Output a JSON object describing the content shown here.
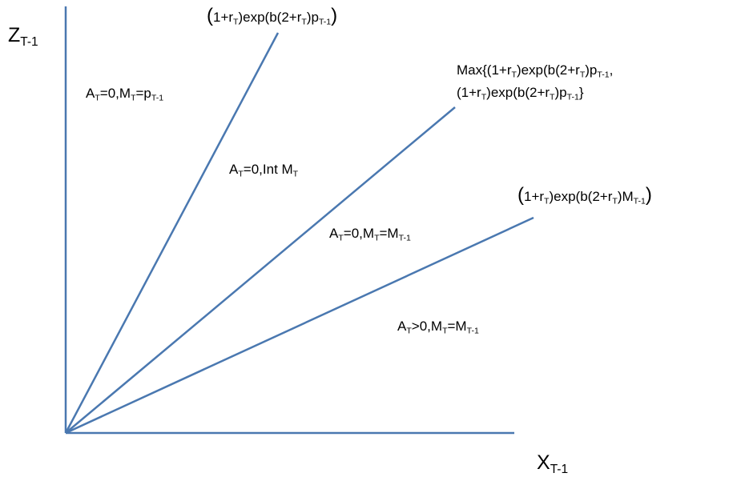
{
  "axes": {
    "y_label": {
      "main": "Z",
      "sub": "T-1"
    },
    "x_label": {
      "main": "X",
      "sub": "T-1"
    }
  },
  "line_color": "#4a78b0",
  "regions": {
    "r1": {
      "a": "A",
      "a_sub": "T",
      "mid": "=0,M",
      "m_sub": "T",
      "eq": "=p",
      "p_sub": "T-1"
    },
    "r2": {
      "a": "A",
      "a_sub": "T",
      "mid": "=0,Int M",
      "m_sub": "T"
    },
    "r3": {
      "a": "A",
      "a_sub": "T",
      "mid": "=0,M",
      "m_sub": "T",
      "eq": "=M",
      "p_sub": "T-1"
    },
    "r4": {
      "a": "A",
      "a_sub": "T",
      "mid": ">0,M",
      "m_sub": "T",
      "eq": "=M",
      "p_sub": "T-1"
    }
  },
  "boundaries": {
    "top": {
      "open": "(",
      "t1": "1+r",
      "s1": "T",
      "t2": ")exp(b(2+r",
      "s2": "T",
      "t3": ")p",
      "s3": "T-1",
      "close": ")"
    },
    "middle_line1": {
      "t0": "Max{(1+r",
      "s1": "T",
      "t2": ")exp(b(2+r",
      "s2": "T",
      "t3": ")p",
      "s3": "T-1",
      "t4": ","
    },
    "middle_line2": {
      "t1": "(1+r",
      "s1": "T",
      "t2": ")exp(b(2+r",
      "s2": "T",
      "t3": ")p",
      "s3": "T-1",
      "t4": "}"
    },
    "lower": {
      "open": "(",
      "t1": "1+r",
      "s1": "T",
      "t2": ")exp(b(2+r",
      "s2": "T",
      "t3": ")M",
      "s3": "T-1",
      "close": ")"
    }
  }
}
